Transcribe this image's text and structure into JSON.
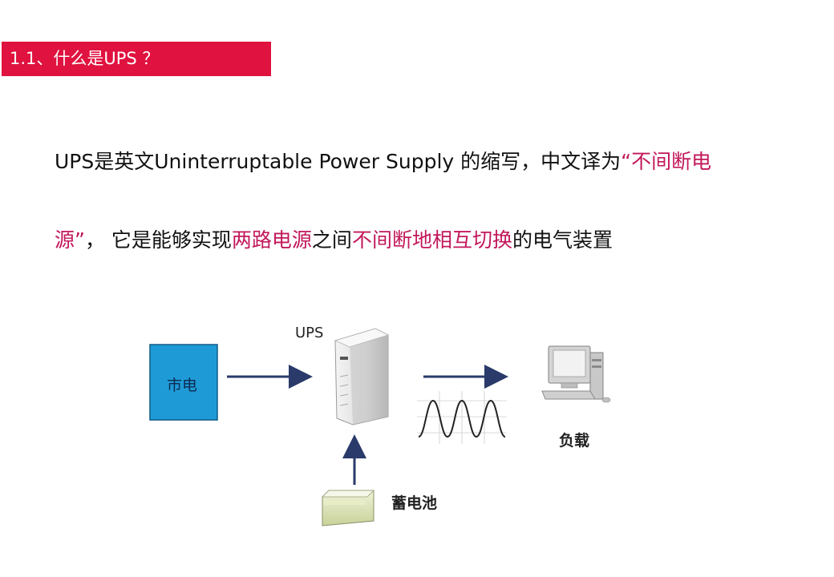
{
  "header": {
    "title": "1.1、什么是UPS ？"
  },
  "intro": {
    "line1": [
      {
        "text": "UPS是英文Uninterruptable Power Supply 的缩写，中文译为",
        "highlight": false
      },
      {
        "text": "“不间断电",
        "highlight": true
      }
    ],
    "line2": [
      {
        "text": "源”",
        "highlight": true
      },
      {
        "text": "， 它是能够实现",
        "highlight": false
      },
      {
        "text": "两路电源",
        "highlight": true
      },
      {
        "text": "之间",
        "highlight": false
      },
      {
        "text": "不间断地相互切换",
        "highlight": true
      },
      {
        "text": "的电气装置",
        "highlight": false
      }
    ]
  },
  "diagram": {
    "ups_label": "UPS",
    "mains_label": "市电",
    "load_label": "负载",
    "battery_label": "蓄电池"
  },
  "colors": {
    "title_bar": "#e0123f",
    "highlight": "#c2185b",
    "mains_box": "#1e9bd6"
  }
}
